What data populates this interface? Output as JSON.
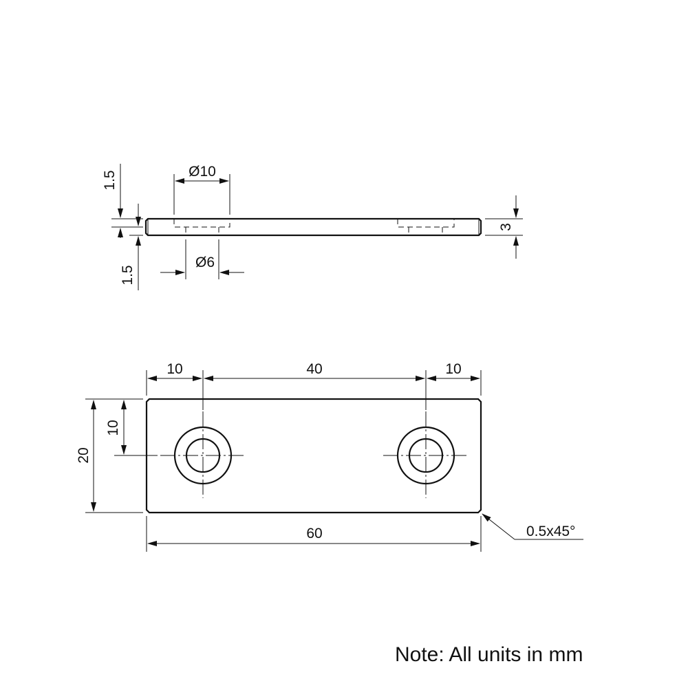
{
  "side_view": {
    "dim_top_offset": "1.5",
    "dim_counterbore": "Ø10",
    "dim_hole": "Ø6",
    "dim_bottom_offset": "1.5",
    "dim_thickness": "3"
  },
  "top_view": {
    "dim_left_margin": "10",
    "dim_hole_spacing": "40",
    "dim_right_margin": "10",
    "dim_hole_height": "10",
    "dim_height": "20",
    "dim_length": "60",
    "chamfer": "0.5x45°"
  },
  "note": "Note: All units in mm"
}
